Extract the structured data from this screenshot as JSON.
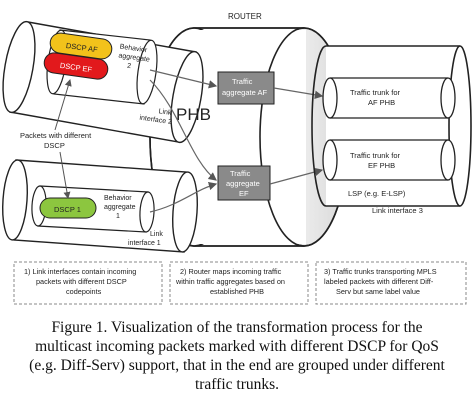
{
  "diagram": {
    "router_label": "ROUTER",
    "phb_label": "PHB",
    "dscp_af_label": "DSCP AF",
    "dscp_ef_label": "DSCP EF",
    "dscp_1_label": "DSCP 1",
    "behavior_aggregate_2": [
      "Behavior",
      "aggregate",
      "2"
    ],
    "behavior_aggregate_1": [
      "Behavior",
      "aggregate",
      "1"
    ],
    "link_interface_2": [
      "Link",
      "interface 2"
    ],
    "link_interface_1": [
      "Link",
      "interface 1"
    ],
    "packets_label": [
      "Packets with different",
      "DSCP"
    ],
    "traffic_aggregate_af": [
      "Traffic",
      "aggregate AF"
    ],
    "traffic_aggregate_ef": [
      "Traffic",
      "aggregate",
      "EF"
    ],
    "trunk_af": [
      "Traffic trunk for",
      "AF PHB"
    ],
    "trunk_ef": [
      "Traffic trunk for",
      "EF PHB"
    ],
    "lsp_label": "LSP (e.g. E-LSP)",
    "link_interface_3": "Link interface 3",
    "step_1": [
      "1) Link interfaces contain incoming",
      "packets with different DSCP",
      "codepoints"
    ],
    "step_2": [
      "2) Router maps incoming traffic",
      "within traffic aggregates based on",
      "established PHB"
    ],
    "step_3": [
      "3) Traffic trunks transporting MPLS",
      "labeled packets with different Diff-",
      "Serv but same label value"
    ]
  },
  "caption": {
    "line1": "Figure 1. Visualization of the transformation process for the",
    "line2": "multicast incoming packets marked with different DSCP for QoS",
    "line3": "(e.g. Diff-Serv) support, that in the end are grouped under different",
    "line4": "traffic trunks."
  },
  "colors": {
    "dscp_af": "#f2c21b",
    "dscp_ef": "#e2191c",
    "dscp_1": "#8cc63f",
    "aggregate_box": "#8a8a8a",
    "tube_fill": "#ffffff",
    "line": "#222222"
  }
}
